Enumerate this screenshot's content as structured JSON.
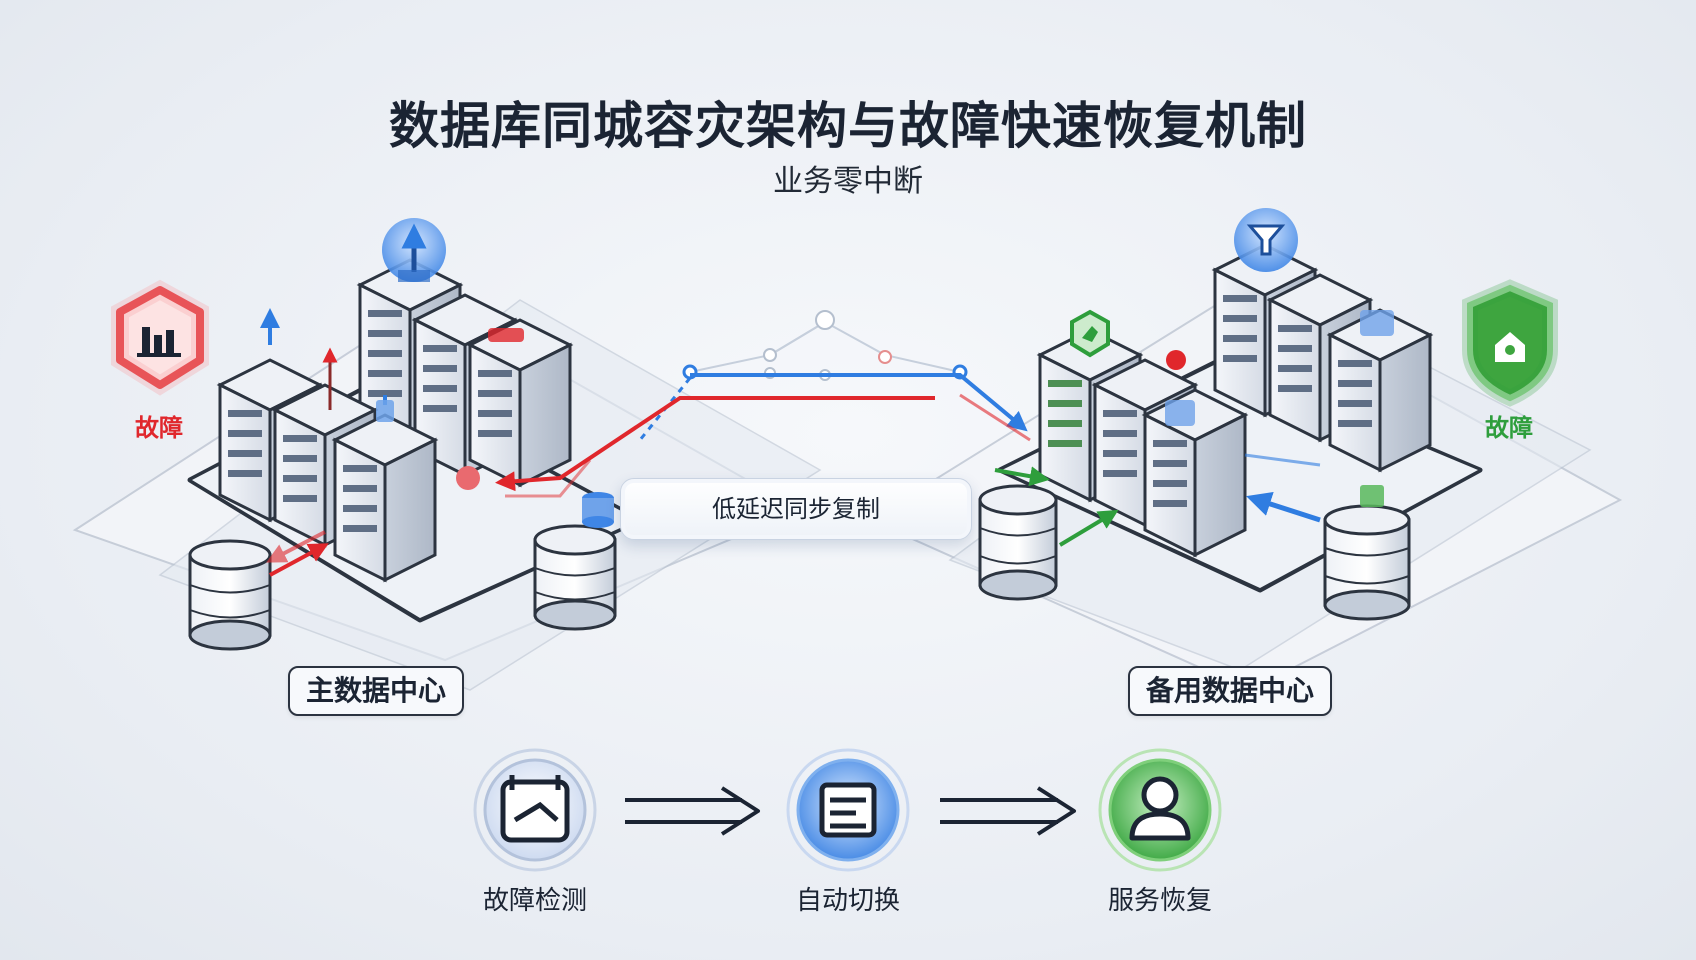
{
  "header": {
    "title": "数据库同城容灾架构与故障快速恢复机制",
    "subtitle": "业务零中断"
  },
  "primary_dc": {
    "label": "主数据中心",
    "fault_label": "故障"
  },
  "backup_dc": {
    "label": "备用数据中心",
    "fault_label": "故障"
  },
  "replication": {
    "label": "低延迟同步复制"
  },
  "process_steps": [
    {
      "label": "故障检测",
      "icon": "calendar-check-icon"
    },
    {
      "label": "自动切换",
      "icon": "server-switch-icon"
    },
    {
      "label": "服务恢复",
      "icon": "user-icon"
    }
  ],
  "colors": {
    "fault_red": "#e0272c",
    "ok_green": "#2e9e3c",
    "accent_blue": "#2f7de1",
    "dark": "#1b2433"
  }
}
